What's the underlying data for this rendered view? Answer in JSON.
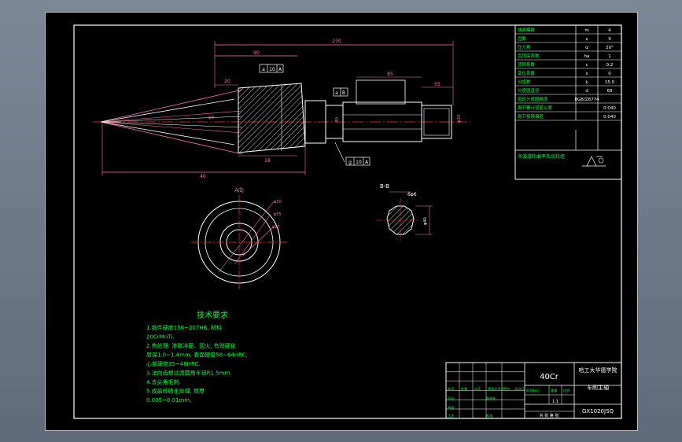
{
  "dimensions": {
    "overall_length": "270",
    "taper_length": "90",
    "d20": "20",
    "d85": "85",
    "d55": "55",
    "d18": "18",
    "dia_left": "φ4",
    "dia_right": "φ30",
    "bottom_len": "40",
    "tol_mid": "40",
    "a_phi1": "φ50",
    "a_phi2": "φ55",
    "a_phi3": "φ17",
    "b_key": "6φ6",
    "b_height": "φ40"
  },
  "tolerance_frames": {
    "top": [
      "a",
      "10",
      "A"
    ],
    "right": [
      "a",
      "B"
    ],
    "bottom": [
      "g",
      "10",
      "A"
    ]
  },
  "section_labels": {
    "view_a": "A向",
    "view_b": "B-B",
    "b_dim": "4"
  },
  "gear_table": {
    "rows": [
      [
        "端面模数",
        "m",
        "4"
      ],
      [
        "齿数",
        "z",
        "9"
      ],
      [
        "压力角",
        "α",
        "20°"
      ],
      [
        "齿顶高系数",
        "ha",
        "1"
      ],
      [
        "顶隙系数",
        "c",
        "0.2"
      ],
      [
        "变位系数",
        "x",
        "0"
      ],
      [
        "分齿数",
        "k",
        "15.0"
      ],
      [
        "分度圆直径",
        "d",
        "68"
      ],
      [
        "齿轮分度圆精度",
        "8GB/Z8774",
        ""
      ],
      [
        "周节累计误差公差",
        "",
        "0.040"
      ],
      [
        "周节极限偏差",
        "",
        "0.040"
      ]
    ],
    "bottom_label": "多波滑轮曲率及齿轮组"
  },
  "tech_requirements": {
    "title": "技术要求",
    "items": [
      "1.锻件硬度156~207HB, 材料",
      "20CrMnTi.",
      "2.热处理: 渗碳淬硬、回火, 有效硬化",
      "层深1.0~1.4mm, 表面硬度58~64HRC,",
      "心部硬度35~48HRC.",
      "3.法向齿根过渡圆角半径R1.5mm.",
      "4.去尖角毛刺.",
      "5.成品经磷化处理, 层厚",
      "0.005~0.01mm."
    ]
  },
  "title_block": {
    "material": "40Cr",
    "school": "哈工大华德学院",
    "part_name": "车削主轴",
    "drawing_no": "GX1020JSQ",
    "scale": "1:1",
    "sheet": "共 张 第 张",
    "labels": [
      "标记",
      "处数",
      "分区",
      "更改文件号",
      "签名",
      "年月日",
      "设计",
      "标准化",
      "审核",
      "工艺",
      "批准",
      "阶段标记",
      "重量",
      "比例"
    ]
  },
  "colors": {
    "background": "#000000",
    "outline": "#ffffff",
    "dimension": "#ff6eb4",
    "centerline": "#ff3030",
    "text_green": "#00ff40",
    "hatch": "#c8c8c8"
  }
}
